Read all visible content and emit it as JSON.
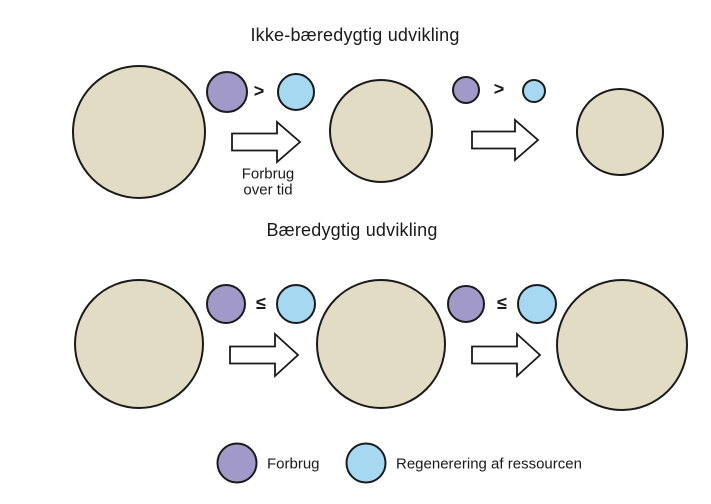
{
  "colors": {
    "background": "#ffffff",
    "resource_fill": "#e1dcc3",
    "consumption_fill": "#a19ac9",
    "regeneration_fill": "#a7d8f1",
    "outline": "#1a1a1a",
    "arrow_fill": "#ffffff",
    "text": "#1a1a1a"
  },
  "top_section": {
    "title": "Ikke-bæredygtig udvikling",
    "arrow_label_line1": "Forbrug",
    "arrow_label_line2": "over tid",
    "resources": [
      {
        "name": "resource-large",
        "r": 66
      },
      {
        "name": "resource-medium",
        "r": 51
      },
      {
        "name": "resource-small",
        "r": 43
      }
    ],
    "pairs": [
      {
        "consumption_r": 20,
        "operator": ">",
        "regeneration_r": 18
      },
      {
        "consumption_r": 13,
        "operator": ">",
        "regeneration_r": 11
      }
    ]
  },
  "bottom_section": {
    "title": "Bæredygtig udvikling",
    "resources": [
      {
        "name": "resource-stable-1",
        "r": 64
      },
      {
        "name": "resource-stable-2",
        "r": 64
      },
      {
        "name": "resource-stable-3",
        "r": 65
      }
    ],
    "pairs": [
      {
        "consumption_r": 19,
        "operator": "≤",
        "regeneration_r": 19
      },
      {
        "consumption_r": 18,
        "operator": "≤",
        "regeneration_r": 19
      }
    ]
  },
  "legend": {
    "consumption_label": "Forbrug",
    "regeneration_label": "Regenerering af ressourcen",
    "swatch_r": 19.5
  }
}
